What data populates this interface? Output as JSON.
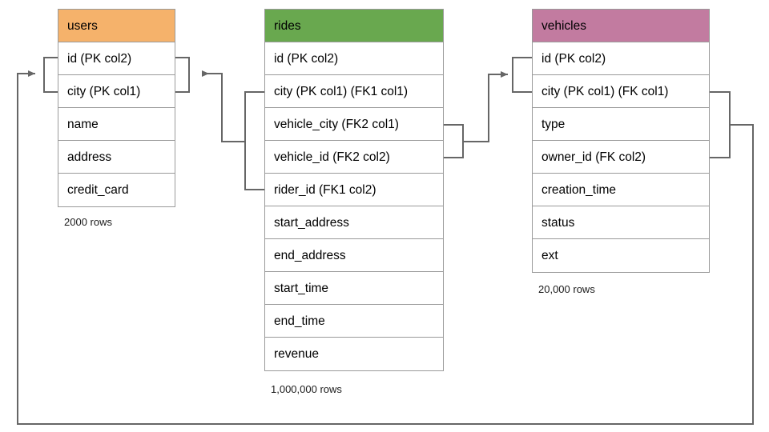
{
  "diagram": {
    "title": "Database schema relationship diagram",
    "background": "#ffffff",
    "border_color": "#9a9a9a",
    "wire_color": "#666666"
  },
  "entities": [
    {
      "id": "users",
      "name": "users",
      "header_color": "#f5b26b",
      "row_count": "2000 rows",
      "fields": [
        {
          "label": "id (PK col2)"
        },
        {
          "label": "city (PK col1)"
        },
        {
          "label": "name"
        },
        {
          "label": "address"
        },
        {
          "label": "credit_card"
        }
      ]
    },
    {
      "id": "rides",
      "name": "rides",
      "header_color": "#69a84f",
      "row_count": "1,000,000 rows",
      "fields": [
        {
          "label": "id (PK col2)"
        },
        {
          "label": "city (PK col1) (FK1 col1)"
        },
        {
          "label": "vehicle_city (FK2 col1)"
        },
        {
          "label": "vehicle_id (FK2 col2)"
        },
        {
          "label": "rider_id (FK1 col2)"
        },
        {
          "label": "start_address"
        },
        {
          "label": "end_address"
        },
        {
          "label": "start_time"
        },
        {
          "label": "end_time"
        },
        {
          "label": "revenue"
        }
      ]
    },
    {
      "id": "vehicles",
      "name": "vehicles",
      "header_color": "#c27ba0",
      "row_count": "20,000 rows",
      "fields": [
        {
          "label": "id (PK col2)"
        },
        {
          "label": "city (PK col1) (FK col1)"
        },
        {
          "label": "type"
        },
        {
          "label": "owner_id (FK col2)"
        },
        {
          "label": "creation_time"
        },
        {
          "label": "status"
        },
        {
          "label": "ext"
        }
      ]
    }
  ],
  "relationships": [
    {
      "id": "rides-rider-to-users",
      "from_entity": "rides",
      "from_fields": [
        "city (PK col1) (FK1 col1)",
        "rider_id (FK1 col2)"
      ],
      "to_entity": "users",
      "to_fields": [
        "id (PK col2)",
        "city (PK col1)"
      ],
      "arrow": "to-users"
    },
    {
      "id": "rides-vehicle-to-vehicles",
      "from_entity": "rides",
      "from_fields": [
        "vehicle_city (FK2 col1)",
        "vehicle_id (FK2 col2)"
      ],
      "to_entity": "vehicles",
      "to_fields": [
        "id (PK col2)",
        "city (PK col1) (FK col1)"
      ],
      "arrow": "to-vehicles"
    },
    {
      "id": "vehicles-owner-to-users",
      "from_entity": "vehicles",
      "from_fields": [
        "city (PK col1) (FK col1)",
        "owner_id (FK col2)"
      ],
      "to_entity": "users",
      "to_fields": [
        "id (PK col2)",
        "city (PK col1)"
      ],
      "arrow": "to-users-left"
    }
  ]
}
